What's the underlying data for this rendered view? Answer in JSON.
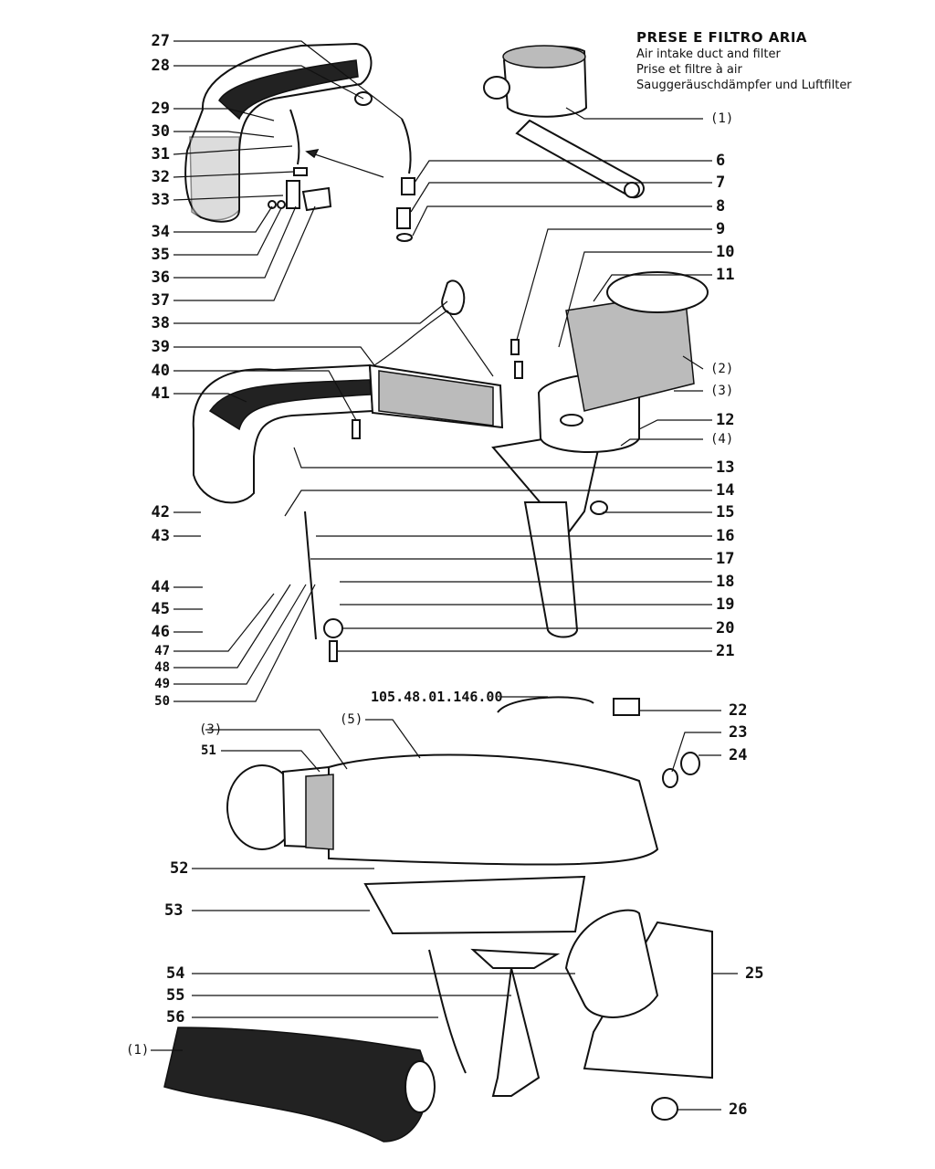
{
  "title": {
    "it": "PRESE E FILTRO ARIA",
    "en": "Air intake duct and filter",
    "fr": "Prise et filtre à air",
    "de": "Sauggeräuschdämpfer und Luftfilter"
  },
  "callouts_left": [
    "27",
    "28",
    "29",
    "30",
    "31",
    "32",
    "33",
    "34",
    "35",
    "36",
    "37",
    "38",
    "39",
    "40",
    "41",
    "42",
    "43",
    "44",
    "45",
    "46",
    "47",
    "48",
    "49",
    "50",
    "51",
    "52",
    "53",
    "54",
    "55",
    "56"
  ],
  "callouts_right": [
    "6",
    "7",
    "8",
    "9",
    "10",
    "11",
    "12",
    "13",
    "14",
    "15",
    "16",
    "17",
    "18",
    "19",
    "20",
    "21",
    "22",
    "23",
    "24",
    "25",
    "26"
  ],
  "variant_labels": [
    "(1)",
    "(2)",
    "(3)",
    "(4)",
    "(3)",
    "(5)",
    "(1)"
  ],
  "part_number": "105.48.01.146.00"
}
